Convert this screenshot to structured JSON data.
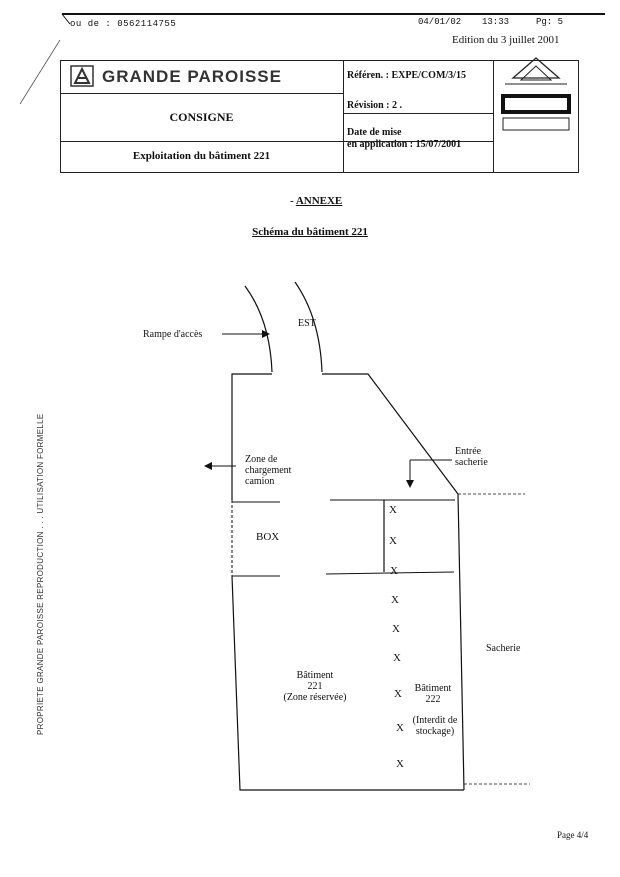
{
  "fax": {
    "from": "ou de : 0562114755",
    "date": "04/01/02",
    "time": "13:33",
    "page": "Pg:  5"
  },
  "header": {
    "edition": "Edition du 3 juillet 2001",
    "company": "GRANDE PAROISSE",
    "doc_type": "CONSIGNE",
    "subject": "Exploitation du bâtiment 221",
    "reference": "Référen. : EXPE/COM/3/15",
    "revision": "Révision : 2 .",
    "date_line1": "Date de mise",
    "date_line2": "en application : 15/07/2001"
  },
  "annexe": {
    "dash": "- ",
    "title": "ANNEXE",
    "schema_title": "Schéma du bâtiment 221"
  },
  "diagram": {
    "rampe": "Rampe d'accès",
    "est": "EST",
    "zone_line1": "Zone de",
    "zone_line2": "chargement",
    "zone_line3": "camion",
    "entree_line1": "Entrée",
    "entree_line2": "sacherie",
    "box": "BOX",
    "sacherie": "Sacherie",
    "bat221_line1": "Bâtiment",
    "bat221_line2": "221",
    "bat221_line3": "(Zone réservée)",
    "bat222_line1": "Bâtiment",
    "bat222_line2": "222",
    "bat222_line3": "(Interdit de",
    "bat222_line4": "stockage)",
    "x_mark": "X"
  },
  "side_text": "PROPRIETE GRANDE PAROISSE REPRODUCTION . . . UTILISATION FORMELLE",
  "footer": {
    "page": "Page 4/4"
  }
}
